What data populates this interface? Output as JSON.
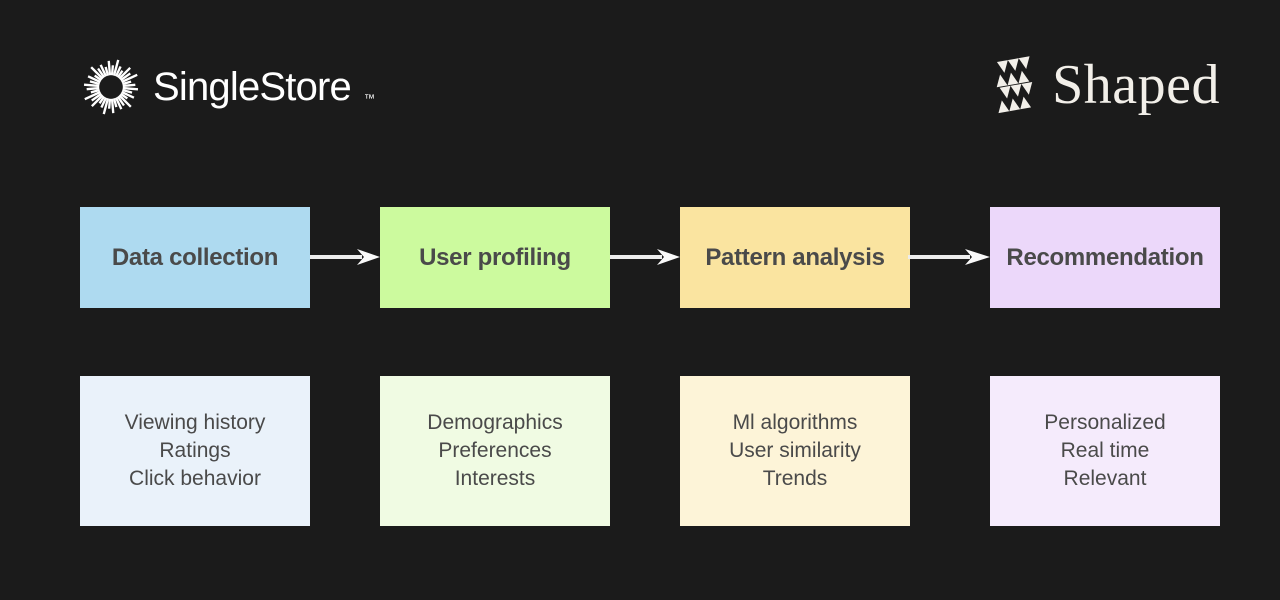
{
  "colors": {
    "bg": "#1b1b1b",
    "text": "#4a4a4a",
    "arrow": "#ededed",
    "arrow_head": "#fafafa",
    "singlestore_logo": "#ffffff",
    "shaped_logo": "#f2efe9"
  },
  "header": {
    "singlestore": {
      "name": "SingleStore",
      "trademark": "™"
    },
    "shaped": {
      "name": "Shaped"
    }
  },
  "flow": {
    "stages": [
      {
        "title": "Data collection",
        "title_bg": "#aedaf0",
        "detail_bg": "#eaf2fa",
        "details": [
          "Viewing history",
          "Ratings",
          "Click behavior"
        ]
      },
      {
        "title": "User profiling",
        "title_bg": "#ccfa9e",
        "detail_bg": "#f0fbe3",
        "details": [
          "Demographics",
          "Preferences",
          "Interests"
        ]
      },
      {
        "title": "Pattern analysis",
        "title_bg": "#fae4a0",
        "detail_bg": "#fdf4d8",
        "details": [
          "Ml algorithms",
          "User similarity",
          "Trends"
        ]
      },
      {
        "title": "Recommendation",
        "title_bg": "#ecd8fa",
        "detail_bg": "#f5ebfc",
        "details": [
          "Personalized",
          "Real time",
          "Relevant"
        ]
      }
    ]
  }
}
